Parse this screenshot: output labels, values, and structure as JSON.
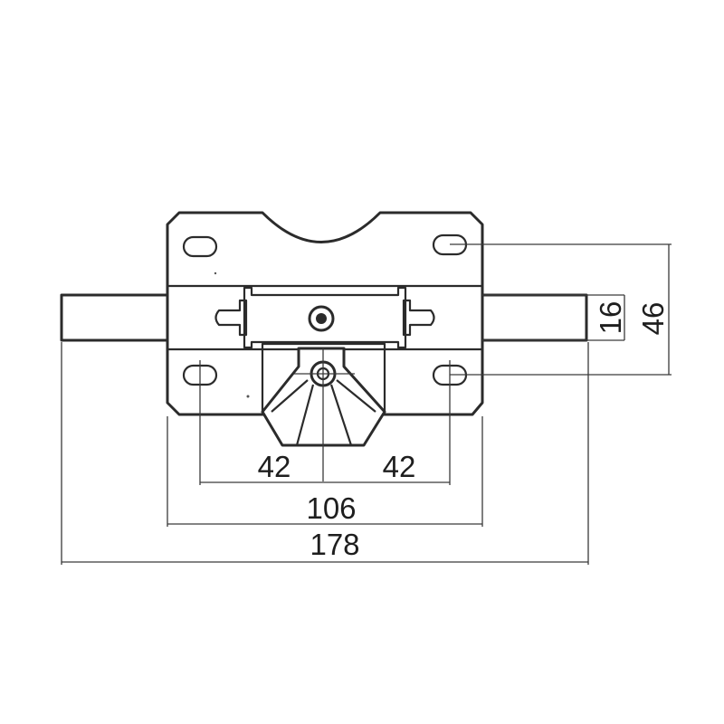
{
  "dimensions": {
    "left_hole_offset": "42",
    "right_hole_offset": "42",
    "plate_width": "106",
    "overall_length": "178",
    "bolt_height": "16",
    "hole_vertical_spacing": "46"
  },
  "colors": {
    "line": "#2b2b2b",
    "background": "#ffffff"
  }
}
